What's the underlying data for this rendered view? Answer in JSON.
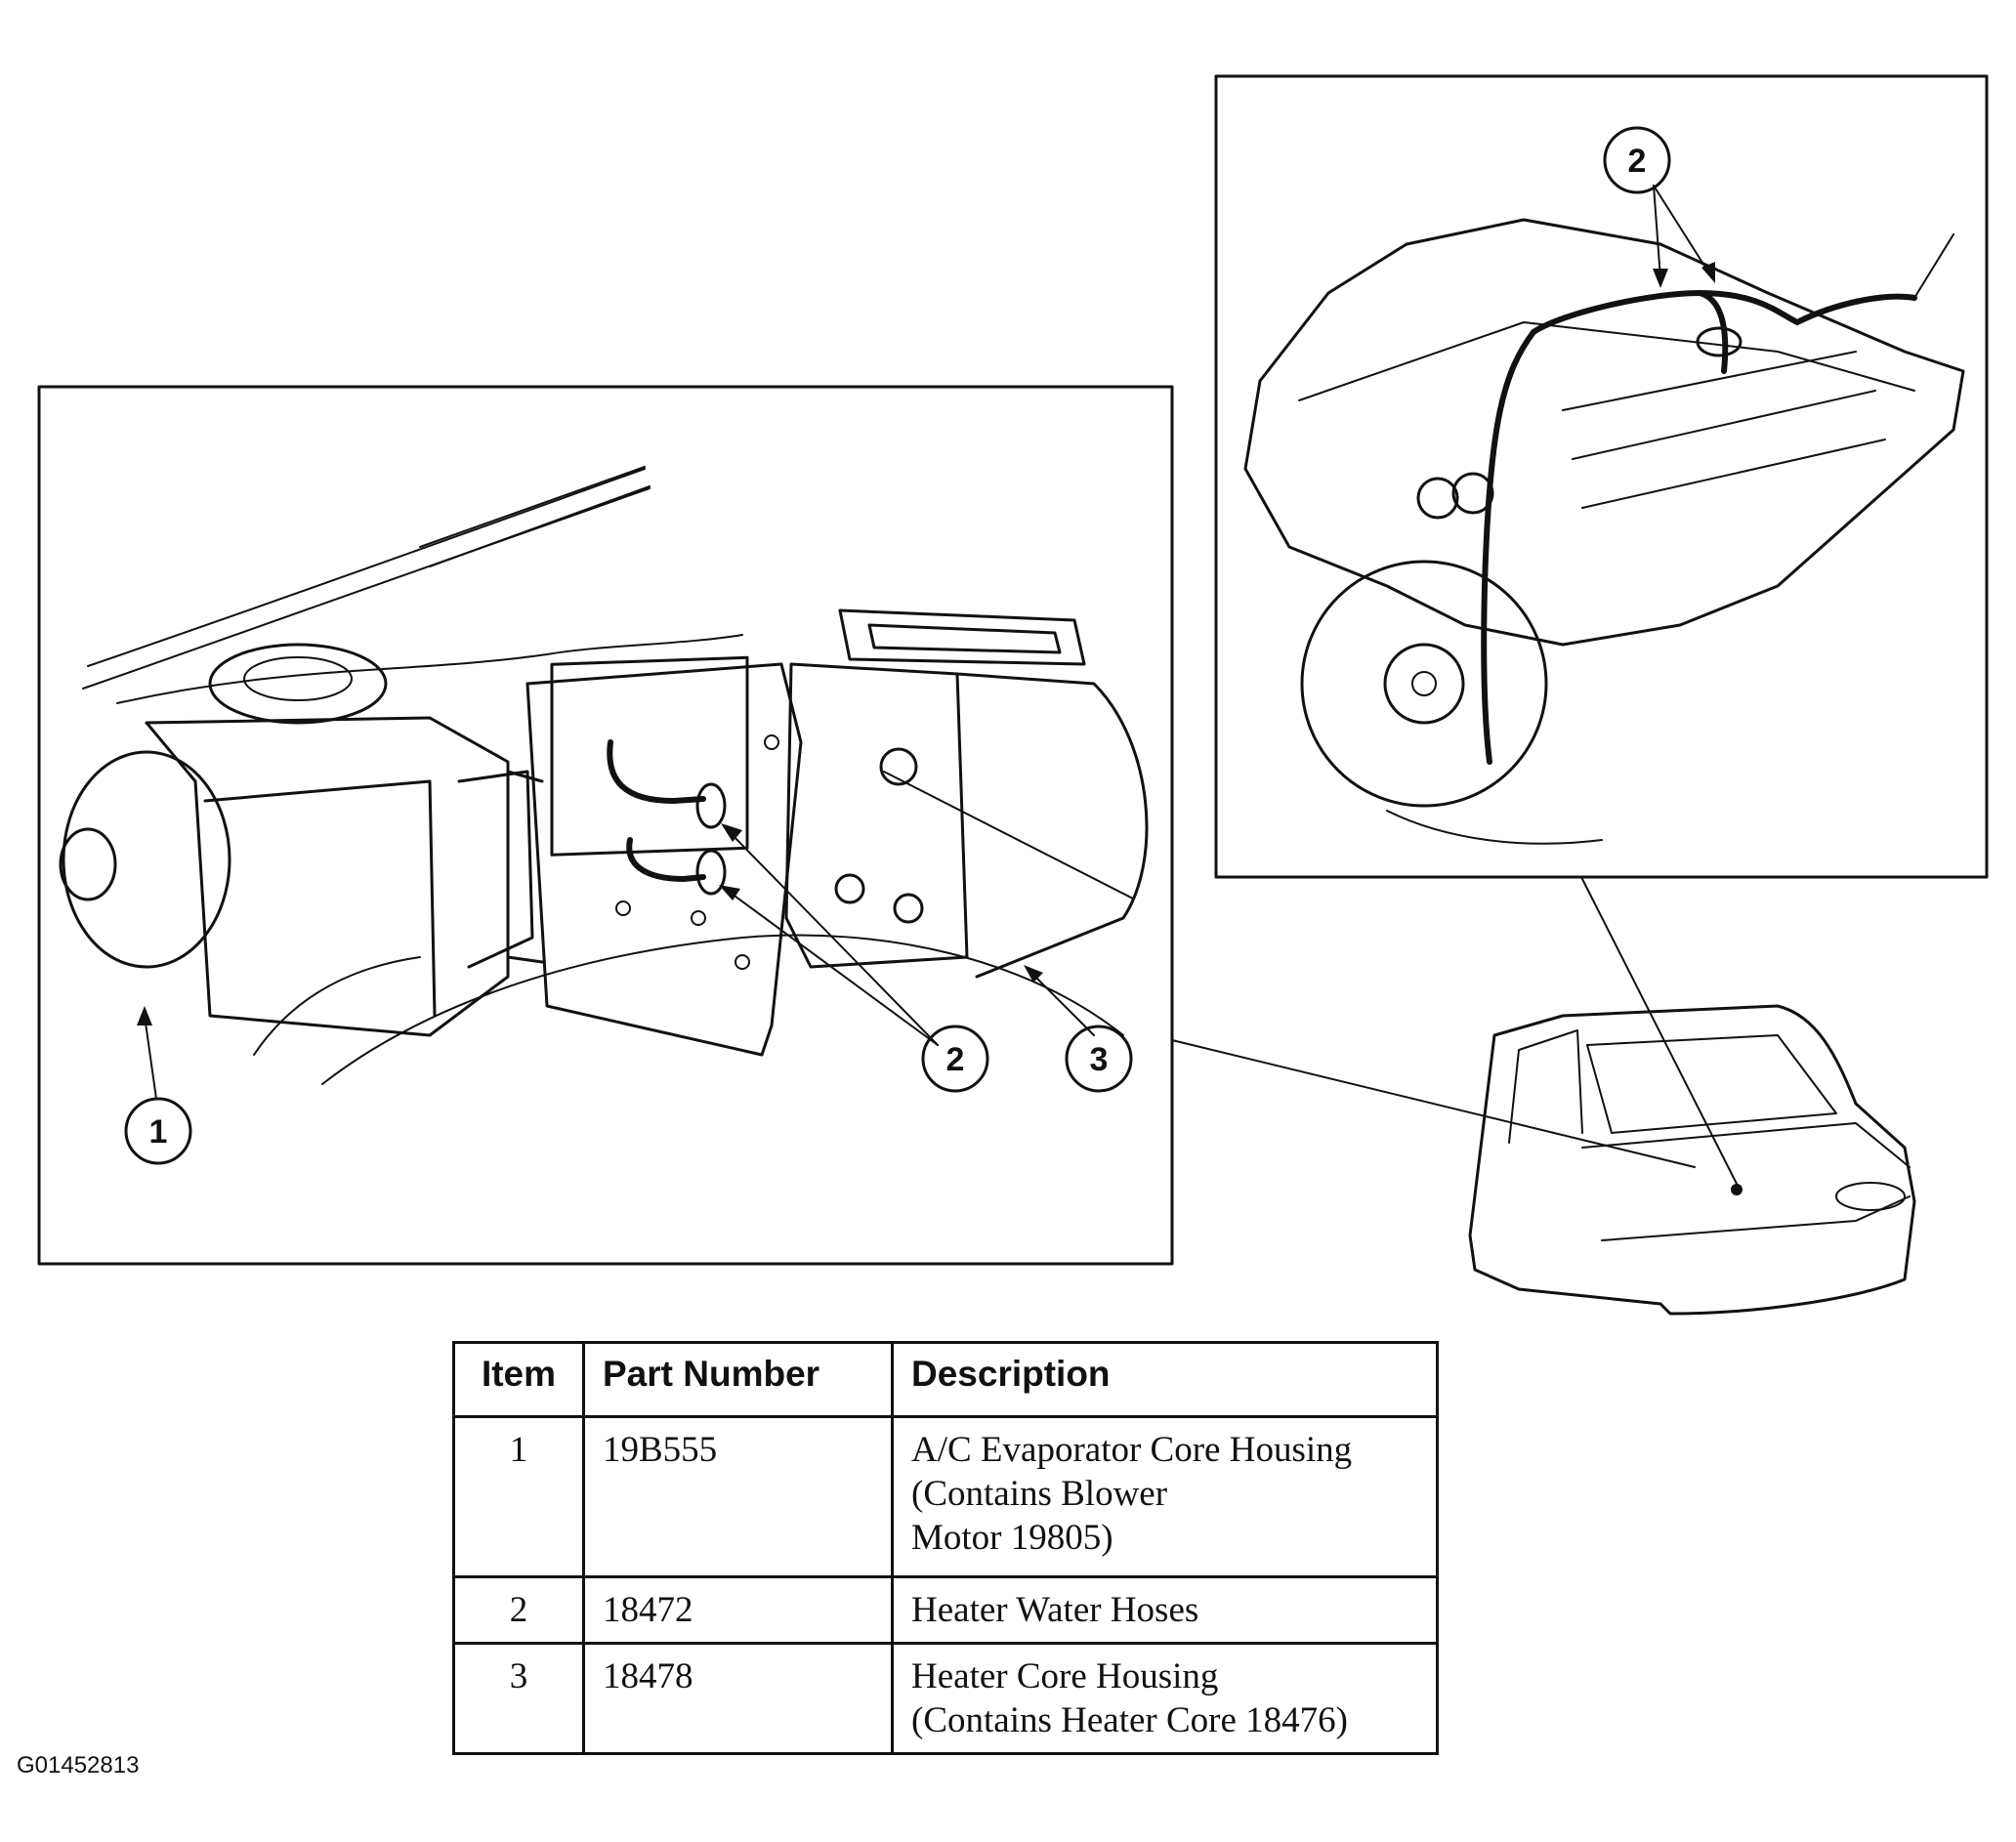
{
  "callouts": {
    "left_item_1": "1",
    "left_item_2": "2",
    "left_item_3": "3",
    "right_item_2": "2"
  },
  "table": {
    "headers": [
      "Item",
      "Part Number",
      "Description"
    ],
    "rows": [
      {
        "item": "1",
        "part_number": "19B555",
        "description": "A/C Evaporator Core Housing\n(Contains Blower\nMotor 19805)"
      },
      {
        "item": "2",
        "part_number": "18472",
        "description": "Heater Water Hoses"
      },
      {
        "item": "3",
        "part_number": "18478",
        "description": "Heater Core Housing\n(Contains Heater Core 18476)"
      }
    ]
  },
  "figure_id": "G01452813"
}
